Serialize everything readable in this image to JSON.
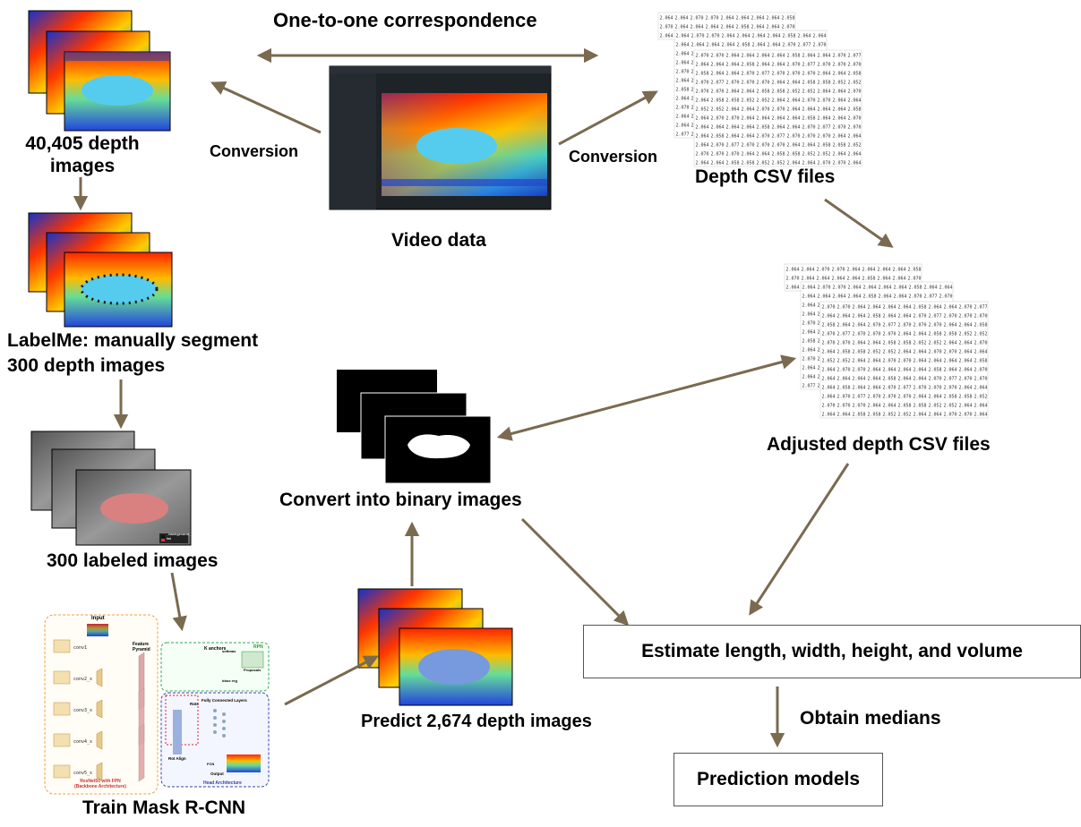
{
  "labels": {
    "correspondence": "One-to-one correspondence",
    "conversion_left": "Conversion",
    "conversion_right": "Conversion",
    "depth_images_line1": "40,405 depth",
    "depth_images_line2": "images",
    "video_data": "Video data",
    "depth_csv": "Depth CSV files",
    "labelme_line1": "LabelMe: manually segment",
    "labelme_line2": "300 depth images",
    "labeled_images": "300 labeled images",
    "train_mask": "Train Mask R-CNN",
    "predict": "Predict 2,674 depth images",
    "convert_binary": "Convert into binary images",
    "adjusted_csv": "Adjusted depth CSV files",
    "estimate": "Estimate length, width, height, and volume",
    "obtain_medians": "Obtain medians",
    "prediction_models": "Prediction models"
  },
  "csv_values": [
    "2.064",
    "2.064",
    "2.070",
    "2.070",
    "2.064",
    "2.064",
    "2.064",
    "2.064",
    "2.058",
    "2.064",
    "2.064",
    "2.070",
    "2.077",
    "2.070",
    "2.070",
    "2.070",
    "2.064",
    "2.064",
    "2.058",
    "2.058",
    "2.052",
    "2.052"
  ],
  "legend": [
    "_background_",
    "fat"
  ],
  "network": {
    "input": "Input",
    "conv_layers": [
      "conv1",
      "conv2_x",
      "conv3_x",
      "conv4_x",
      "conv5_x"
    ],
    "feature_pyramid": "Feature Pyramid",
    "rpn": "RPN",
    "k_anchors": "K anchors",
    "proposals": "Proposals",
    "softmax": "softmax",
    "bbox_reg": "bbox reg",
    "fc_layers": "Fully Connected Layers",
    "rois": "RoIs",
    "roi_align": "RoI Align",
    "output": "Output",
    "fcn": "FCN",
    "head": "Head Architecture",
    "backbone_line1": "ResNet50 with FPN",
    "backbone_line2": "(Backbone Architecture)"
  },
  "colors": {
    "arrow": "#7a6a50",
    "text": "#000000",
    "box_border": "#555555"
  }
}
